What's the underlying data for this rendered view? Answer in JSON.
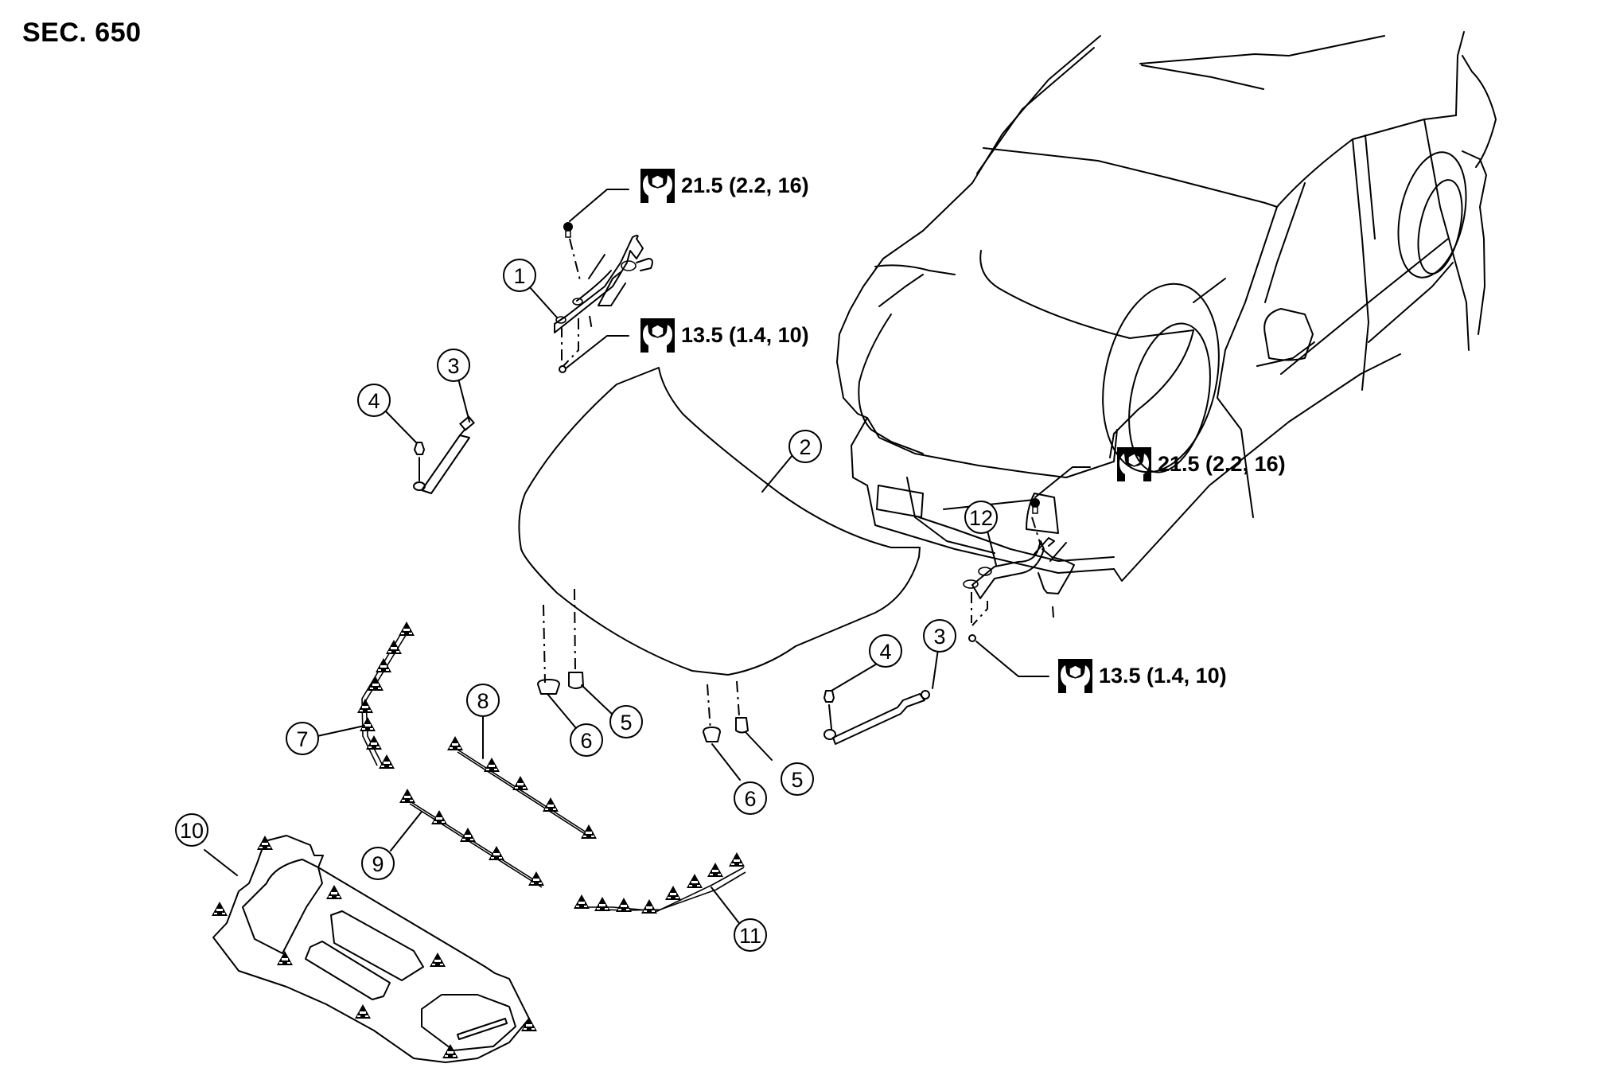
{
  "section": {
    "title": "SEC. 650"
  },
  "torque_specs": [
    {
      "id": "hinge-left-upper",
      "icon": "torque-wrench-icon",
      "value": "21.5 (2.2, 16)"
    },
    {
      "id": "hinge-left-lower",
      "icon": "torque-wrench-icon",
      "value": "13.5 (1.4, 10)"
    },
    {
      "id": "hinge-right-upper",
      "icon": "torque-wrench-icon",
      "value": "21.5 (2.2, 16)"
    },
    {
      "id": "hinge-right-lower",
      "icon": "torque-wrench-icon",
      "value": "13.5 (1.4, 10)"
    }
  ],
  "callouts": [
    {
      "id": "c1",
      "label": "1"
    },
    {
      "id": "c2",
      "label": "2"
    },
    {
      "id": "c3a",
      "label": "3"
    },
    {
      "id": "c3b",
      "label": "3"
    },
    {
      "id": "c4a",
      "label": "4"
    },
    {
      "id": "c4b",
      "label": "4"
    },
    {
      "id": "c5a",
      "label": "5"
    },
    {
      "id": "c5b",
      "label": "5"
    },
    {
      "id": "c6a",
      "label": "6"
    },
    {
      "id": "c6b",
      "label": "6"
    },
    {
      "id": "c7",
      "label": "7"
    },
    {
      "id": "c8",
      "label": "8"
    },
    {
      "id": "c9",
      "label": "9"
    },
    {
      "id": "c10",
      "label": "10"
    },
    {
      "id": "c11",
      "label": "11"
    },
    {
      "id": "c12",
      "label": "12"
    }
  ],
  "icons": {
    "clip": "clip-triangle-icon",
    "wrench": "torque-wrench-icon"
  },
  "colors": {
    "ink": "#000000",
    "paper": "#ffffff"
  }
}
